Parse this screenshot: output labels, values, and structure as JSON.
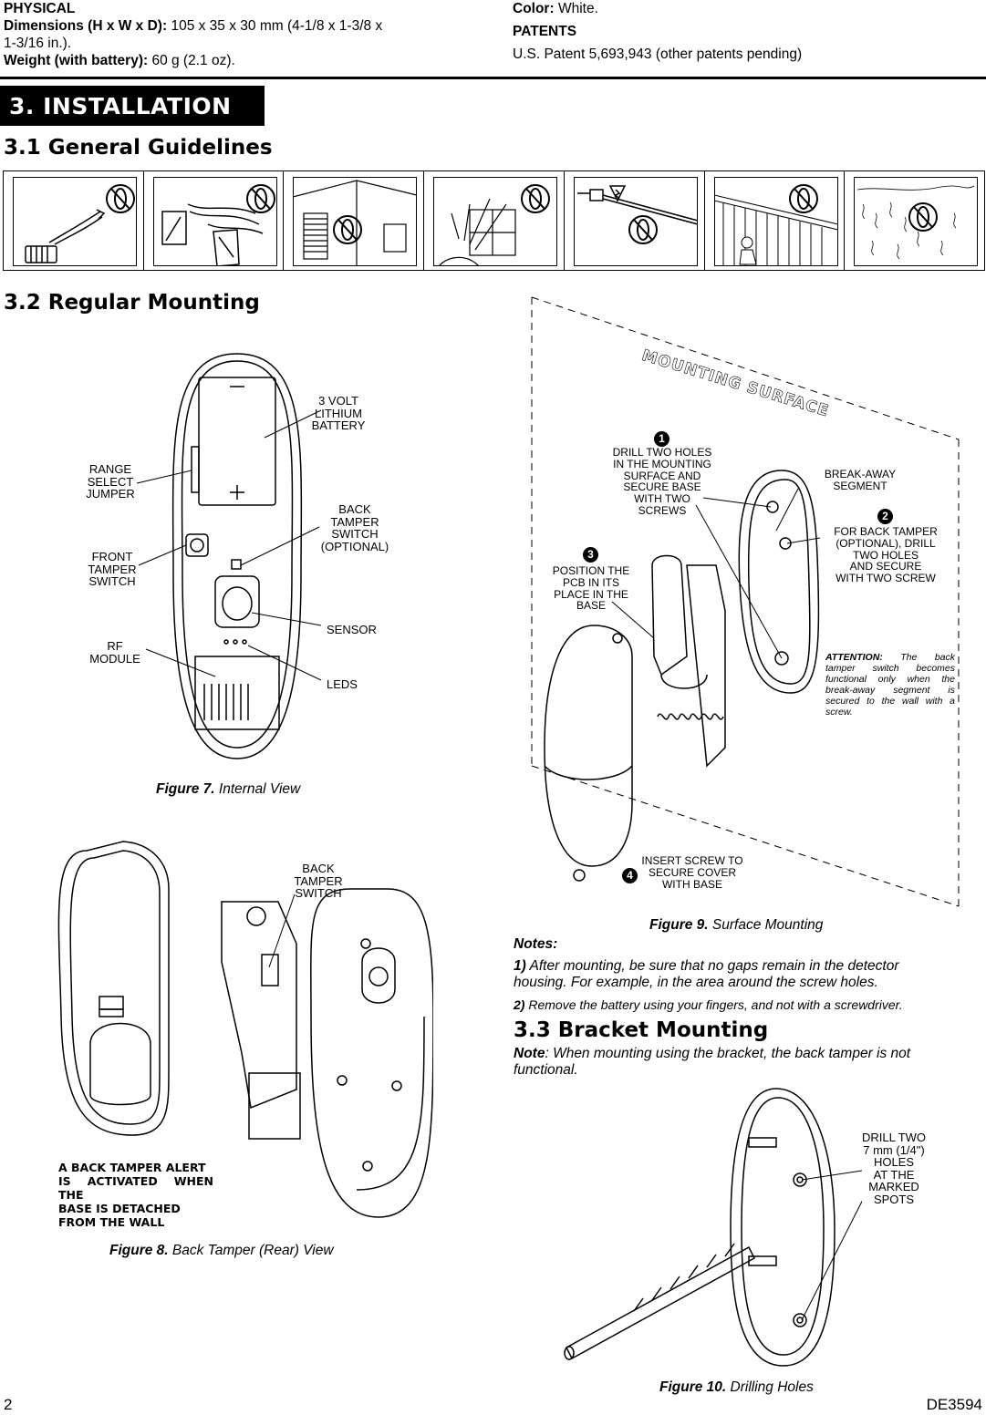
{
  "specs": {
    "physical_heading": "PHYSICAL",
    "dimensions_label": "Dimensions (H x W x D):",
    "dimensions_value": " 105 x 35 x 30 mm (4-1/8 x 1-3/8 x",
    "dimensions_value2": "1-3/16 in.).",
    "weight_label": "Weight (with battery):",
    "weight_value": " 60 g (2.1 oz).",
    "color_label": "Color:",
    "color_value": " White.",
    "patents_heading": "PATENTS",
    "patents_value": "U.S. Patent 5,693,943 (other patents pending)"
  },
  "section": {
    "title": "3. INSTALLATION",
    "sub1": "3.1 General Guidelines",
    "sub2": "3.2 Regular Mounting",
    "sub3": "3.3 Bracket Mounting"
  },
  "fig7": {
    "battery": [
      "3 VOLT",
      "LITHIUM",
      "BATTERY"
    ],
    "range": [
      "RANGE",
      "SELECT",
      "JUMPER"
    ],
    "back_tamper": [
      "BACK",
      "TAMPER",
      "SWITCH",
      "(OPTIONAL)"
    ],
    "front_tamper": [
      "FRONT",
      "TAMPER",
      "SWITCH"
    ],
    "sensor": "SENSOR",
    "rf": [
      "RF",
      "MODULE"
    ],
    "leds": "LEDS",
    "caption_num": "Figure 7.",
    "caption_text": " Internal View"
  },
  "fig8": {
    "back_tamper": [
      "BACK",
      "TAMPER",
      "SWITCH"
    ],
    "alert": [
      "A BACK TAMPER ALERT",
      "IS ACTIVATED WHEN THE",
      "BASE IS DETACHED",
      "FROM THE WALL"
    ],
    "caption_num": "Figure 8.",
    "caption_text": " Back Tamper (Rear) View"
  },
  "fig9": {
    "surface": "MOUNTING SURFACE",
    "step1_num": "1",
    "step1": [
      "DRILL TWO HOLES",
      "IN THE MOUNTING",
      "SURFACE AND",
      "SECURE BASE",
      "WITH TWO",
      "SCREWS"
    ],
    "breakaway": [
      "BREAK-AWAY",
      "SEGMENT"
    ],
    "step2_num": "2",
    "step2": [
      "FOR BACK TAMPER",
      "(OPTIONAL), DRILL",
      "TWO HOLES",
      "AND SECURE",
      "WITH TWO SCREW"
    ],
    "step3_num": "3",
    "step3": [
      "POSITION THE",
      "PCB IN ITS",
      "PLACE IN THE",
      "BASE"
    ],
    "attention_label": "ATTENTION:",
    "attention_text": " The back tamper switch becomes functional only when the break-away segment is secured to the wall with a screw.",
    "step4_num": "4",
    "step4": [
      "INSERT SCREW TO",
      "SECURE COVER",
      "WITH BASE"
    ],
    "caption_num": "Figure 9.",
    "caption_text": " Surface Mounting"
  },
  "notes": {
    "heading": "Notes:",
    "n1_num": "1)",
    "n1_text": " After mounting, be sure that no gaps remain in the detector",
    "n1_text2": "housing. For example, in the area around the screw holes.",
    "n2_num": "2)",
    "n2_text": " Remove the battery using your fingers, and not with a screwdriver."
  },
  "bracket": {
    "note_label": "Note",
    "note_text": ": When mounting using the bracket, the back tamper is not",
    "note_text2": "functional.",
    "drill": [
      "DRILL TWO",
      "7 mm (1/4\")",
      "HOLES",
      "AT THE",
      "MARKED",
      "SPOTS"
    ]
  },
  "fig10": {
    "caption_num": "Figure 10.",
    "caption_text": " Drilling Holes"
  },
  "footer": {
    "page": "2",
    "doc": "DE3594"
  }
}
